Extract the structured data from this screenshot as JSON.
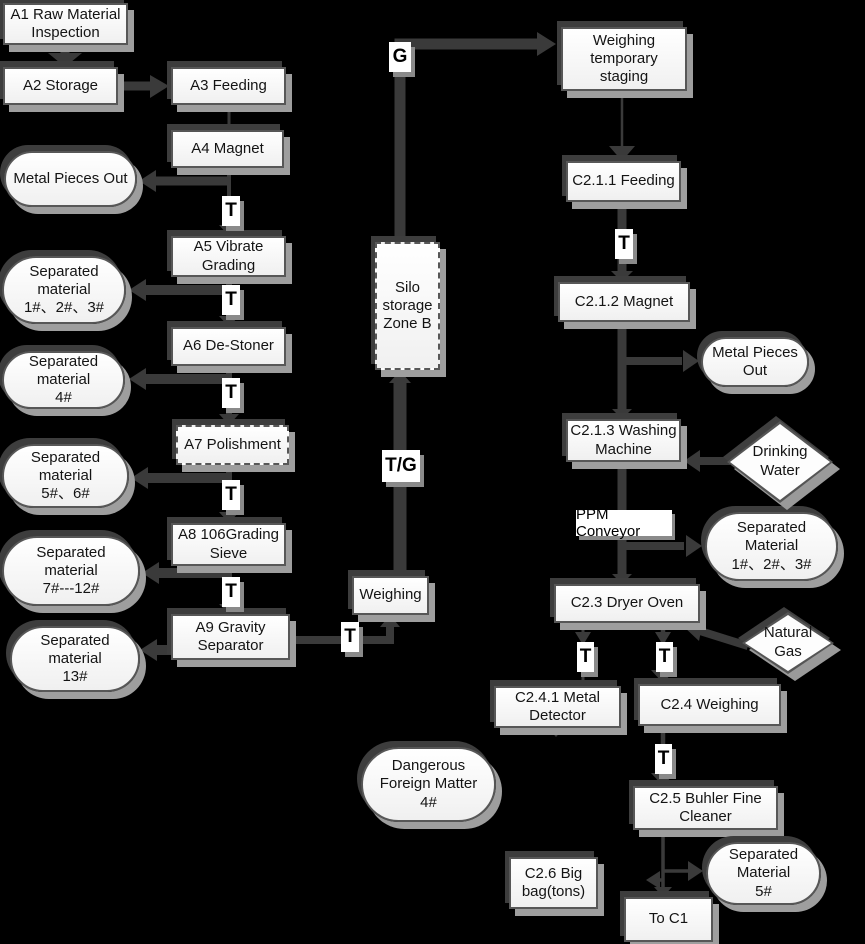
{
  "colors": {
    "background": "#000000",
    "connector_line": "#3a3a3a",
    "shape_fill": "#fdfdfd",
    "shape_border": "#575757",
    "shadow_light": "#9e9e9e",
    "shadow_dark": "#3d3d3d"
  },
  "labels": {
    "t": "T",
    "g": "G",
    "tg": "T/G",
    "ppm": "PPM Conveyor"
  },
  "nodes": {
    "a1": "A1 Raw Material\nInspection",
    "a2": "A2 Storage",
    "a3": "A3 Feeding",
    "a4": "A4 Magnet",
    "a5": "A5 Vibrate\nGrading",
    "a6": "A6 De-Stoner",
    "a7": "A7 Polishment",
    "a8": "A8 106Grading\nSieve",
    "a9": "A9 Gravity\nSeparator",
    "metal_out_left": "Metal Pieces Out",
    "sep_1_2_3": "Separated\nmaterial\n1#、2#、3#",
    "sep_4": "Separated\nmaterial\n4#",
    "sep_5_6": "Separated\nmaterial\n5#、6#",
    "sep_7_12": "Separated\nmaterial\n7#---12#",
    "sep_13": "Separated\nmaterial\n13#",
    "silo": "Silo\nstorage\nZone B",
    "weighing_mid": "Weighing",
    "staging": "Weighing\ntemporary\nstaging",
    "c211": "C2.1.1 Feeding",
    "c212": "C2.1.2 Magnet",
    "metal_out_right": "Metal Pieces\nOut",
    "c213": "C2.1.3 Washing\nMachine",
    "drinking_water": "Drinking\nWater",
    "sep_r_1_2_3": "Separated\nMaterial\n1#、2#、3#",
    "c23": "C2.3  Dryer Oven",
    "natural_gas": "Natural\nGas",
    "c241": "C2.4.1 Metal\nDetector",
    "c24": "C2.4 Weighing",
    "c25": "C2.5 Buhler Fine\nCleaner",
    "sep_r_5": "Separated\nMaterial\n5#",
    "c26": "C2.6  Big\nbag(tons)",
    "to_c1": "To C1",
    "dangerous": "Dangerous\nForeign Matter\n4#"
  }
}
